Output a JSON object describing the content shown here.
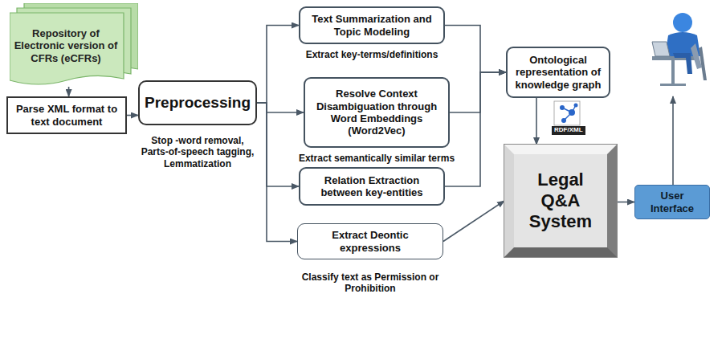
{
  "diagram": {
    "nodes": [
      {
        "text": [
          "Repository of Electronic version of CFRs (eCFRs)"
        ]
      },
      {
        "text": [
          "Parse XML format to text document"
        ]
      },
      {
        "text": [
          "Preprocessing",
          "Stop -word removal, Parts-of-speech tagging, Lemmatization"
        ]
      },
      {
        "text": [
          "Text Summarization and Topic Modeling",
          "Extract key-terms/definitions"
        ]
      },
      {
        "text": [
          "Resolve Context Disambiguation through Word Embeddings (Word2Vec)",
          "Extract semantically similar terms"
        ]
      },
      {
        "text": [
          "Relation Extraction between key-entities"
        ]
      },
      {
        "text": [
          "Extract Deontic expressions",
          "Classify text as Permission or Prohibition"
        ]
      },
      {
        "text": [
          "Ontological representation of knowledge graph"
        ]
      },
      {
        "text": [
          "Legal Q&A System"
        ]
      },
      {
        "text": [
          "User Interface"
        ]
      }
    ],
    "edges": [
      {
        "from": 0,
        "to": 1,
        "arrow": "to"
      },
      {
        "from": 1,
        "to": 2,
        "arrow": "to"
      },
      {
        "from": 2,
        "to": 3,
        "arrow": "to"
      },
      {
        "from": 2,
        "to": 4,
        "arrow": "to"
      },
      {
        "from": 2,
        "to": 5,
        "arrow": "to"
      },
      {
        "from": 2,
        "to": 6,
        "arrow": "to"
      },
      {
        "from": 3,
        "to": 7,
        "arrow": "to"
      },
      {
        "from": 4,
        "to": 7,
        "arrow": "to"
      },
      {
        "from": 5,
        "to": 7,
        "arrow": "to"
      },
      {
        "from": 7,
        "to": 8,
        "arrow": "to"
      },
      {
        "from": 6,
        "to": 8,
        "arrow": "to"
      },
      {
        "from": 8,
        "to": 9,
        "arrow": "to"
      }
    ],
    "labels": [
      "RDF/XML"
    ]
  }
}
